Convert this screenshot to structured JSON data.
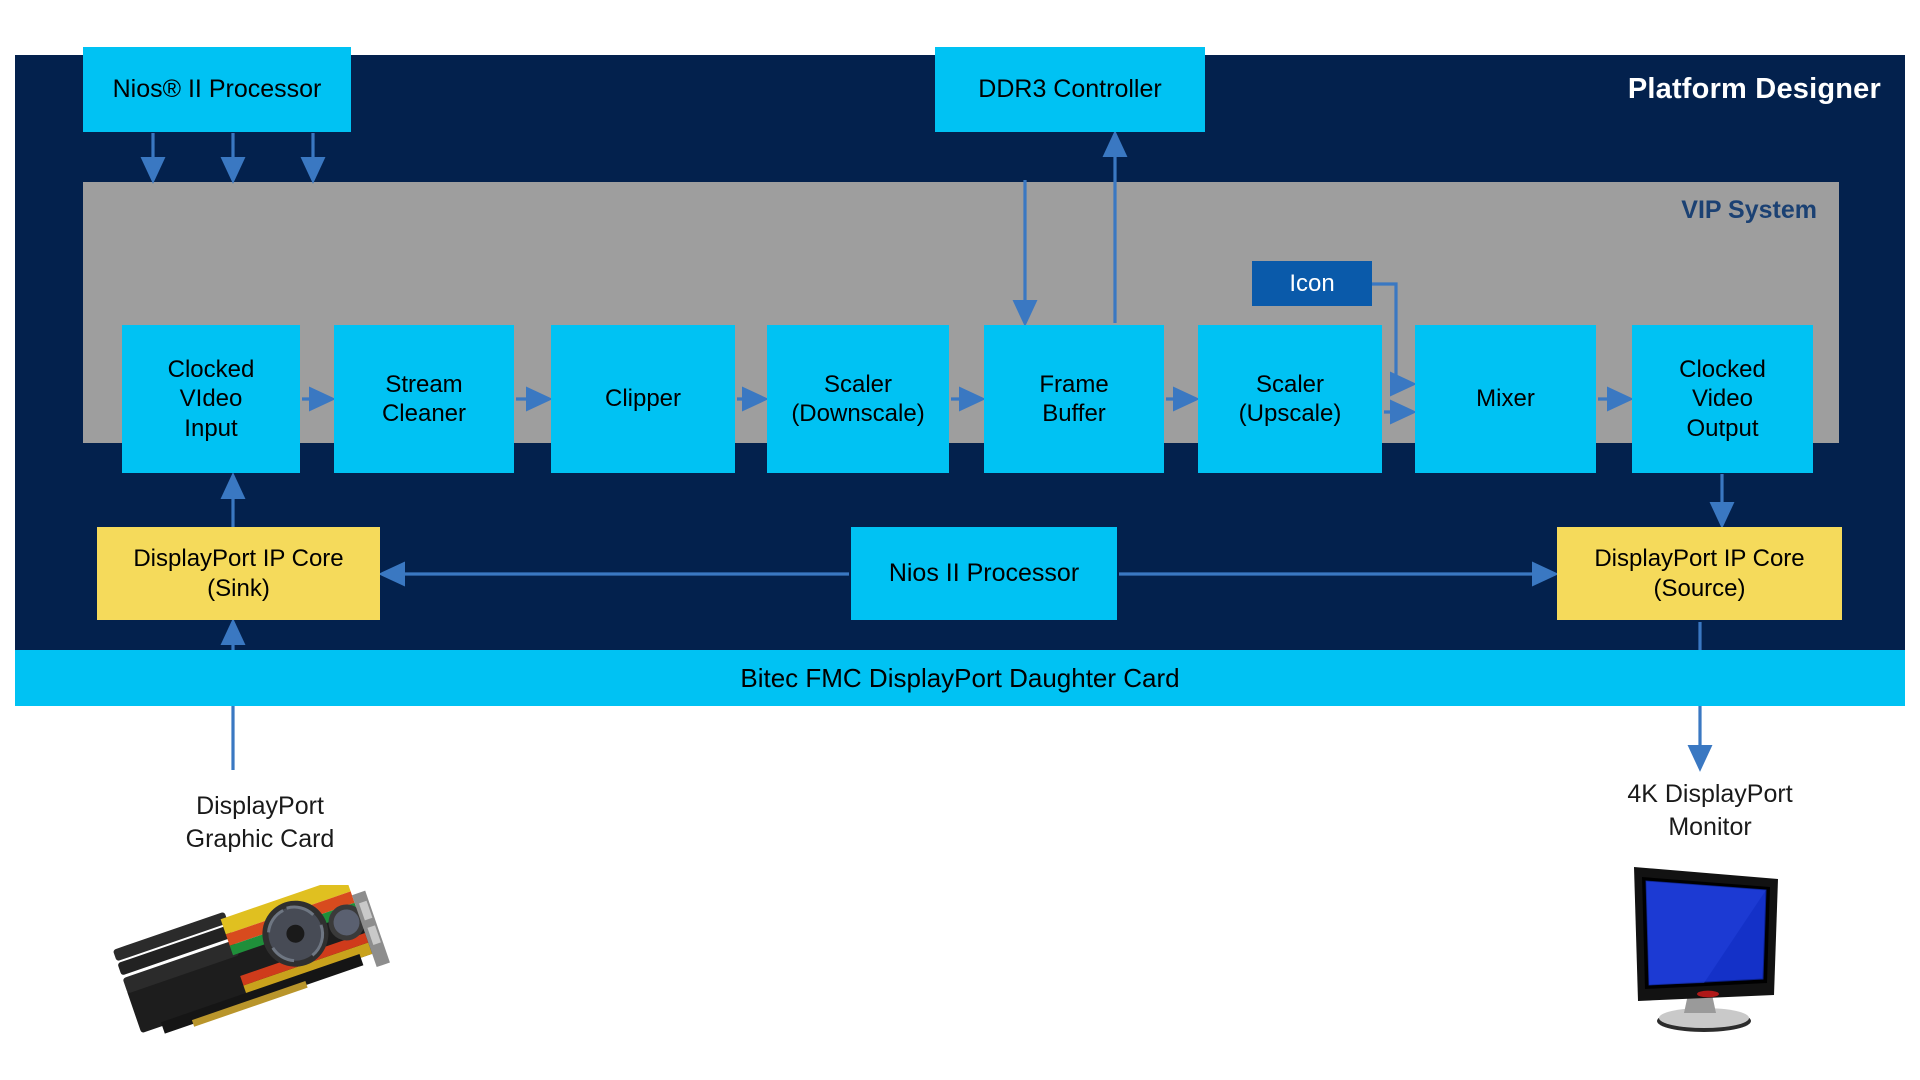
{
  "diagram": {
    "title": "Platform Designer",
    "vip_system_label": "VIP System",
    "daughter_card_label": "Bitec FMC DisplayPort Daughter Card"
  },
  "blocks": {
    "nios_top": "Nios® II Processor",
    "ddr3": "DDR3 Controller",
    "icon": "Icon",
    "clocked_video_input": [
      "Clocked",
      "VIdeo",
      "Input"
    ],
    "stream_cleaner": [
      "Stream",
      "Cleaner"
    ],
    "clipper": [
      "Clipper"
    ],
    "scaler_downscale": [
      "Scaler",
      "(Downscale)"
    ],
    "frame_buffer": [
      "Frame",
      "Buffer"
    ],
    "scaler_upscale": [
      "Scaler",
      "(Upscale)"
    ],
    "mixer": [
      "Mixer"
    ],
    "clocked_video_output": [
      "Clocked",
      "Video",
      "Output"
    ],
    "dp_sink": [
      "DisplayPort IP Core",
      "(Sink)"
    ],
    "nios_bottom": [
      "Nios II Processor"
    ],
    "dp_source": [
      "DisplayPort IP Core",
      "(Source)"
    ]
  },
  "captions": {
    "graphic_card": [
      "DisplayPort",
      "Graphic Card"
    ],
    "monitor": [
      "4K DisplayPort",
      "Monitor"
    ]
  },
  "colors": {
    "panel_navy": "#03214d",
    "block_cyan": "#00c2f3",
    "block_yellow": "#f5da5b",
    "block_icon_blue": "#0a5aaa",
    "vip_gray": "#9e9e9e",
    "connector_blue": "#3a78c2",
    "vip_label_navy": "#1b4173",
    "title_white": "#ffffff"
  }
}
